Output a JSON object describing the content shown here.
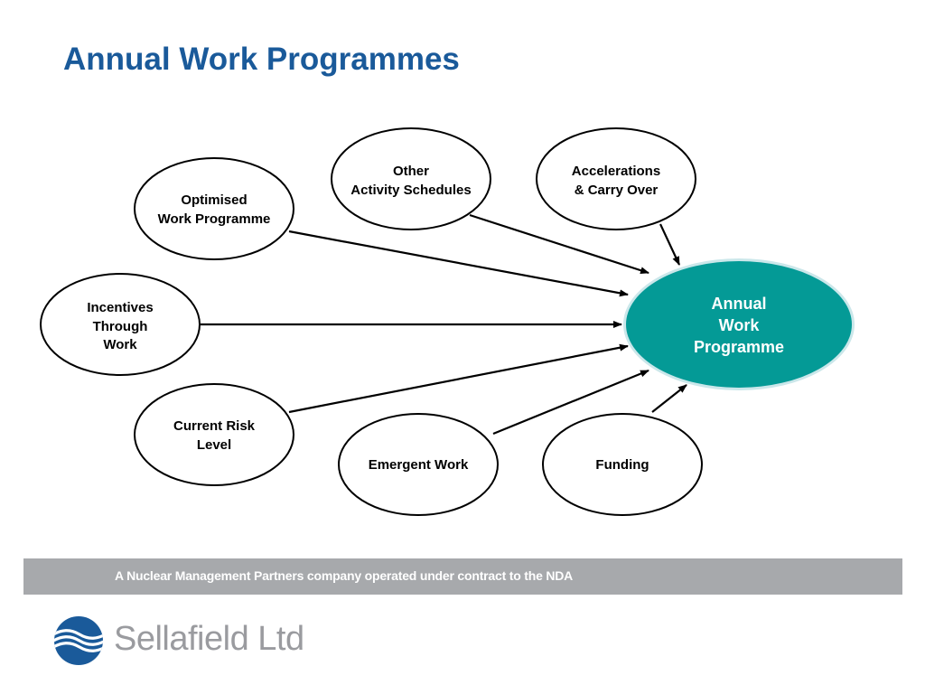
{
  "title": "Annual Work Programmes",
  "diagram": {
    "center": {
      "lines": [
        "Annual",
        "Work",
        "Programme"
      ],
      "fill": "#049a96"
    },
    "nodes": [
      {
        "id": "optimised",
        "lines": [
          "Optimised",
          "Work Programme"
        ]
      },
      {
        "id": "other-activity",
        "lines": [
          "Other",
          "Activity Schedules"
        ]
      },
      {
        "id": "accelerations",
        "lines": [
          "Accelerations",
          "& Carry Over"
        ]
      },
      {
        "id": "incentives",
        "lines": [
          "Incentives",
          "Through",
          "Work"
        ]
      },
      {
        "id": "current-risk",
        "lines": [
          "Current Risk",
          "Level"
        ]
      },
      {
        "id": "emergent",
        "lines": [
          "Emergent Work"
        ]
      },
      {
        "id": "funding",
        "lines": [
          "Funding"
        ]
      }
    ]
  },
  "footer": {
    "text": "A Nuclear Management Partners company operated under contract to the NDA"
  },
  "logo": {
    "text": "Sellafield Ltd",
    "mark_color": "#1a5a9a",
    "text_color": "#9a9b9f"
  }
}
